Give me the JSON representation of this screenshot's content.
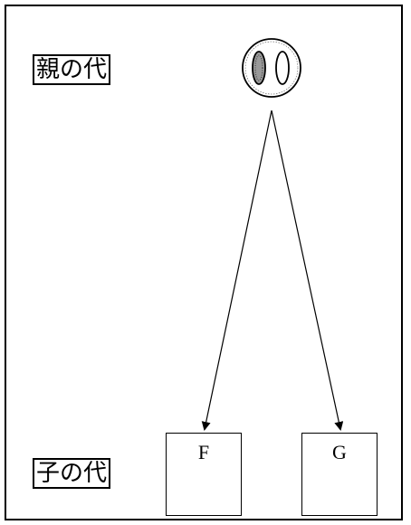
{
  "labels": {
    "parent_generation": "親の代",
    "child_generation": "子の代"
  },
  "offspring": {
    "left_letter": "F",
    "right_letter": "G"
  },
  "colors": {
    "line": "#000000",
    "background": "#ffffff"
  },
  "icons": {
    "parent_cell": "cell-with-nucleus-icon"
  }
}
